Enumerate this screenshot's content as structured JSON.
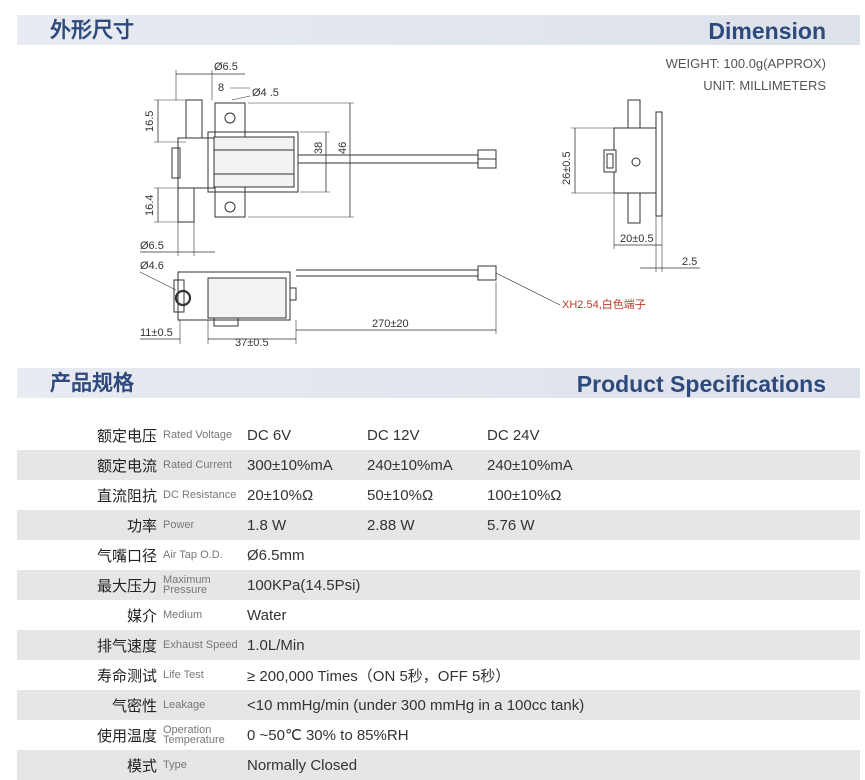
{
  "dimension": {
    "title_cn": "外形尺寸",
    "title_en": "Dimension",
    "weight": "WEIGHT: 100.0g(APPROX)",
    "unit": "UNIT: MILLIMETERS",
    "labels": {
      "d65_top": "Ø6.5",
      "eight": "8",
      "d45": "Ø4 .5",
      "h165": "16.5",
      "h38": "38",
      "h46": "46",
      "h164": "16.4",
      "d65_bottom": "Ø6.5",
      "d46": "Ø4.6",
      "w11": "11±0.5",
      "w37": "37±0.5",
      "w270": "270±20",
      "connector": "XH2.54,白色端子",
      "h26": "26±0.5",
      "w20": "20±0.5",
      "t25": "2.5"
    }
  },
  "specs": {
    "title_cn": "产品规格",
    "title_en": "Product Specifications",
    "rows": [
      {
        "cn": "额定电压",
        "en": "Rated Voltage",
        "values": [
          "DC 6V",
          "DC 12V",
          "DC 24V"
        ]
      },
      {
        "cn": "额定电流",
        "en": "Rated Current",
        "values": [
          "300±10%mA",
          "240±10%mA",
          "240±10%mA"
        ]
      },
      {
        "cn": "直流阻抗",
        "en": "DC Resistance",
        "values": [
          "20±10%Ω",
          "50±10%Ω",
          "100±10%Ω"
        ]
      },
      {
        "cn": "功率",
        "en": "Power",
        "values": [
          "1.8 W",
          "2.88 W",
          "5.76 W"
        ]
      },
      {
        "cn": "气嘴口径",
        "en": "Air Tap O.D.",
        "values": [
          "Ø6.5mm"
        ]
      },
      {
        "cn": "最大压力",
        "en": "Maximum Pressure",
        "values": [
          "100KPa(14.5Psi)"
        ]
      },
      {
        "cn": "媒介",
        "en": "Medium",
        "values": [
          "Water"
        ]
      },
      {
        "cn": "排气速度",
        "en": "Exhaust Speed",
        "values": [
          "1.0L/Min"
        ]
      },
      {
        "cn": "寿命测试",
        "en": "Life Test",
        "values": [
          "≥ 200,000 Times（ON 5秒，OFF 5秒）"
        ]
      },
      {
        "cn": "气密性",
        "en": "Leakage",
        "values": [
          "<10 mmHg/min  (under 300 mmHg in a 100cc tank)"
        ]
      },
      {
        "cn": "使用温度",
        "en": "Operation Temperature",
        "values": [
          "0 ~50℃ 30% to 85%RH"
        ]
      },
      {
        "cn": "模式",
        "en": "Type",
        "values": [
          "Normally Closed"
        ]
      }
    ]
  }
}
